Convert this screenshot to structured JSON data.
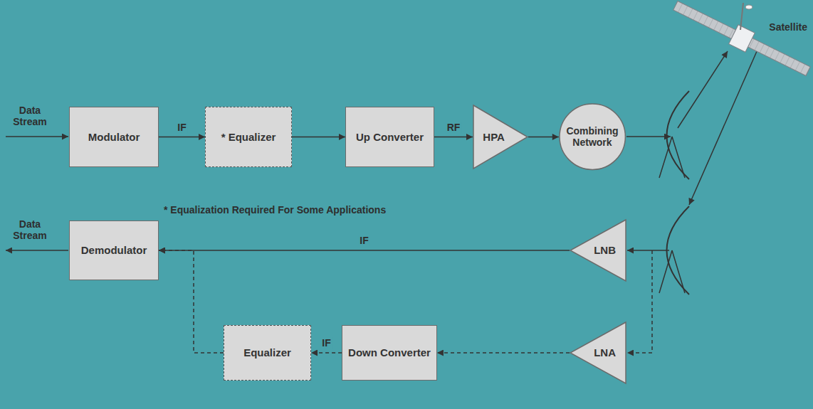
{
  "diagram": {
    "nodes": [
      {
        "text": [
          "Modulator"
        ]
      },
      {
        "text": [
          "* Equalizer"
        ]
      },
      {
        "text": [
          "Up Converter"
        ]
      },
      {
        "text": [
          "HPA"
        ]
      },
      {
        "text": [
          "Combining Network"
        ]
      },
      {
        "text": [
          "Demodulator"
        ]
      },
      {
        "text": [
          "LNB"
        ]
      },
      {
        "text": [
          "LNA"
        ]
      },
      {
        "text": [
          "Down Converter"
        ]
      },
      {
        "text": [
          "Equalizer"
        ]
      }
    ],
    "edges": [
      {
        "from": 0,
        "to": 1,
        "label": "IF",
        "arrow": "to"
      },
      {
        "from": 1,
        "to": 2,
        "arrow": "to"
      },
      {
        "from": 2,
        "to": 3,
        "label": "RF",
        "arrow": "to"
      },
      {
        "from": 3,
        "to": 4,
        "arrow": "to"
      },
      {
        "from": 6,
        "to": 5,
        "label": "IF",
        "arrow": "to"
      },
      {
        "from": 7,
        "to": 8,
        "arrow": "to"
      },
      {
        "from": 8,
        "to": 9,
        "label": "IF",
        "arrow": "to"
      },
      {
        "from": 9,
        "to": 5,
        "arrow": "to"
      }
    ],
    "labels": [
      "Data Stream",
      "Satellite",
      "* Equalization Required For Some Applications",
      "Data Stream"
    ]
  }
}
